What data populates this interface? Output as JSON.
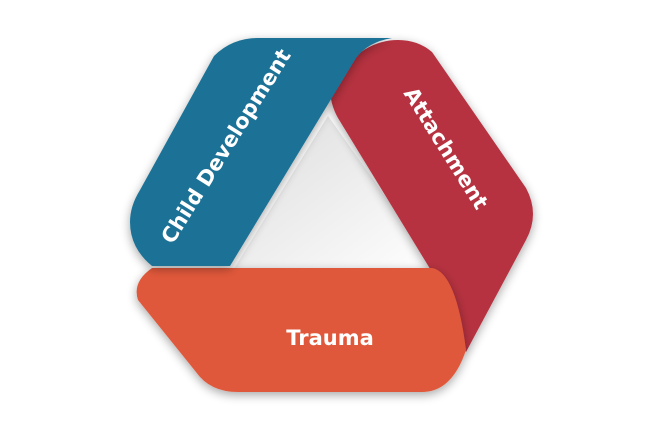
{
  "diagram": {
    "segments": [
      {
        "label": "Child Development",
        "color": "#1f7296"
      },
      {
        "label": "Attachment",
        "color": "#b63141"
      },
      {
        "label": "Trauma",
        "color": "#e0583a"
      }
    ]
  }
}
